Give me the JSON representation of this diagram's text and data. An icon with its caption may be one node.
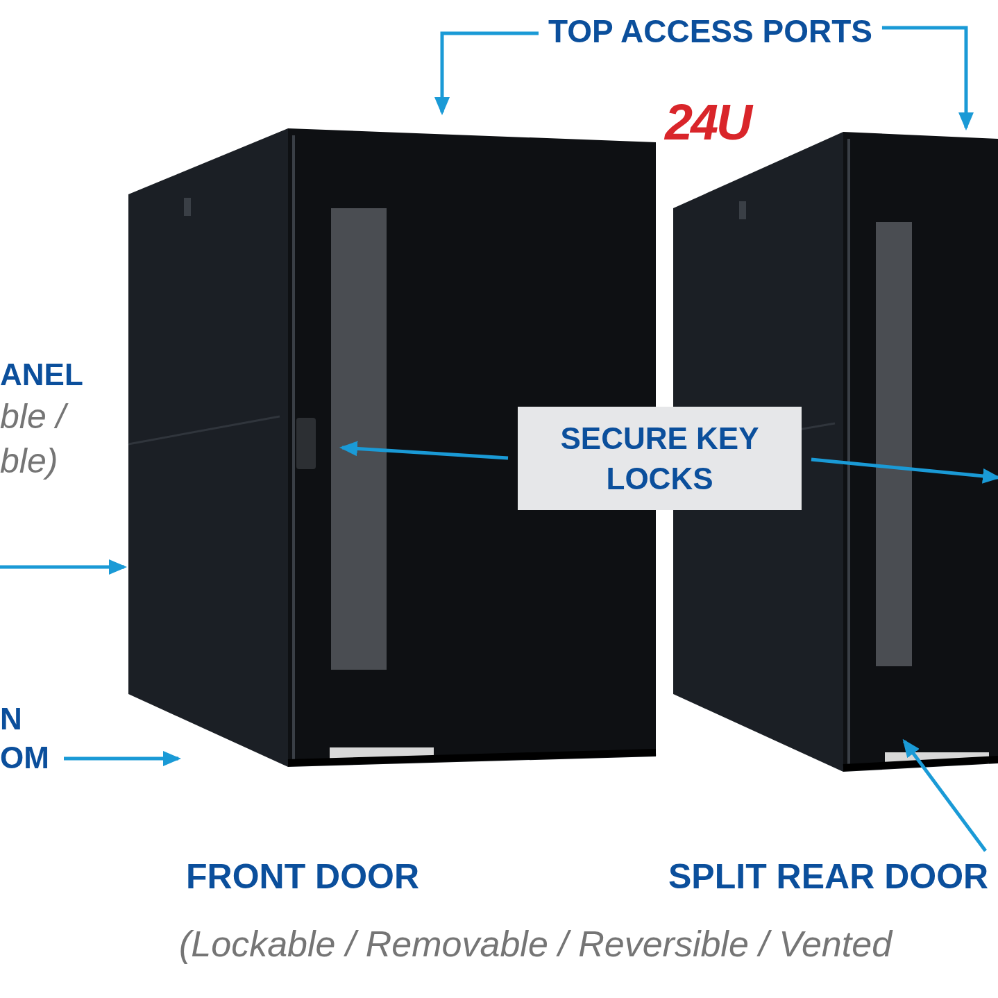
{
  "diagram": {
    "nodes": [
      {
        "text": [
          "TOP ACCESS PORTS"
        ]
      },
      {
        "text": [
          "SECURE KEY LOCKS"
        ]
      },
      {
        "text": [
          "ANEL",
          "ble / ble)"
        ]
      },
      {
        "text": [
          "N OM"
        ]
      },
      {
        "text": [
          "SPLIT REAR DOOR"
        ]
      },
      {
        "text": [],
        "shape": "picture"
      },
      {
        "text": [],
        "shape": "picture"
      }
    ],
    "edges": [
      {
        "from": 0,
        "to": 5,
        "arrow": "to"
      },
      {
        "from": 0,
        "to": 6,
        "arrow": "to"
      },
      {
        "from": 1,
        "to": 5,
        "arrow": "to"
      },
      {
        "from": 1,
        "to": 6,
        "arrow": "to"
      },
      {
        "from": null,
        "to": 5,
        "arrow": "to"
      },
      {
        "from": 3,
        "to": 5,
        "arrow": "to"
      },
      {
        "from": 4,
        "to": 6,
        "arrow": "to"
      }
    ],
    "labels": [
      "24U",
      "FRONT DOOR",
      "(Lockable / Removable / Reversible / Vented"
    ]
  }
}
